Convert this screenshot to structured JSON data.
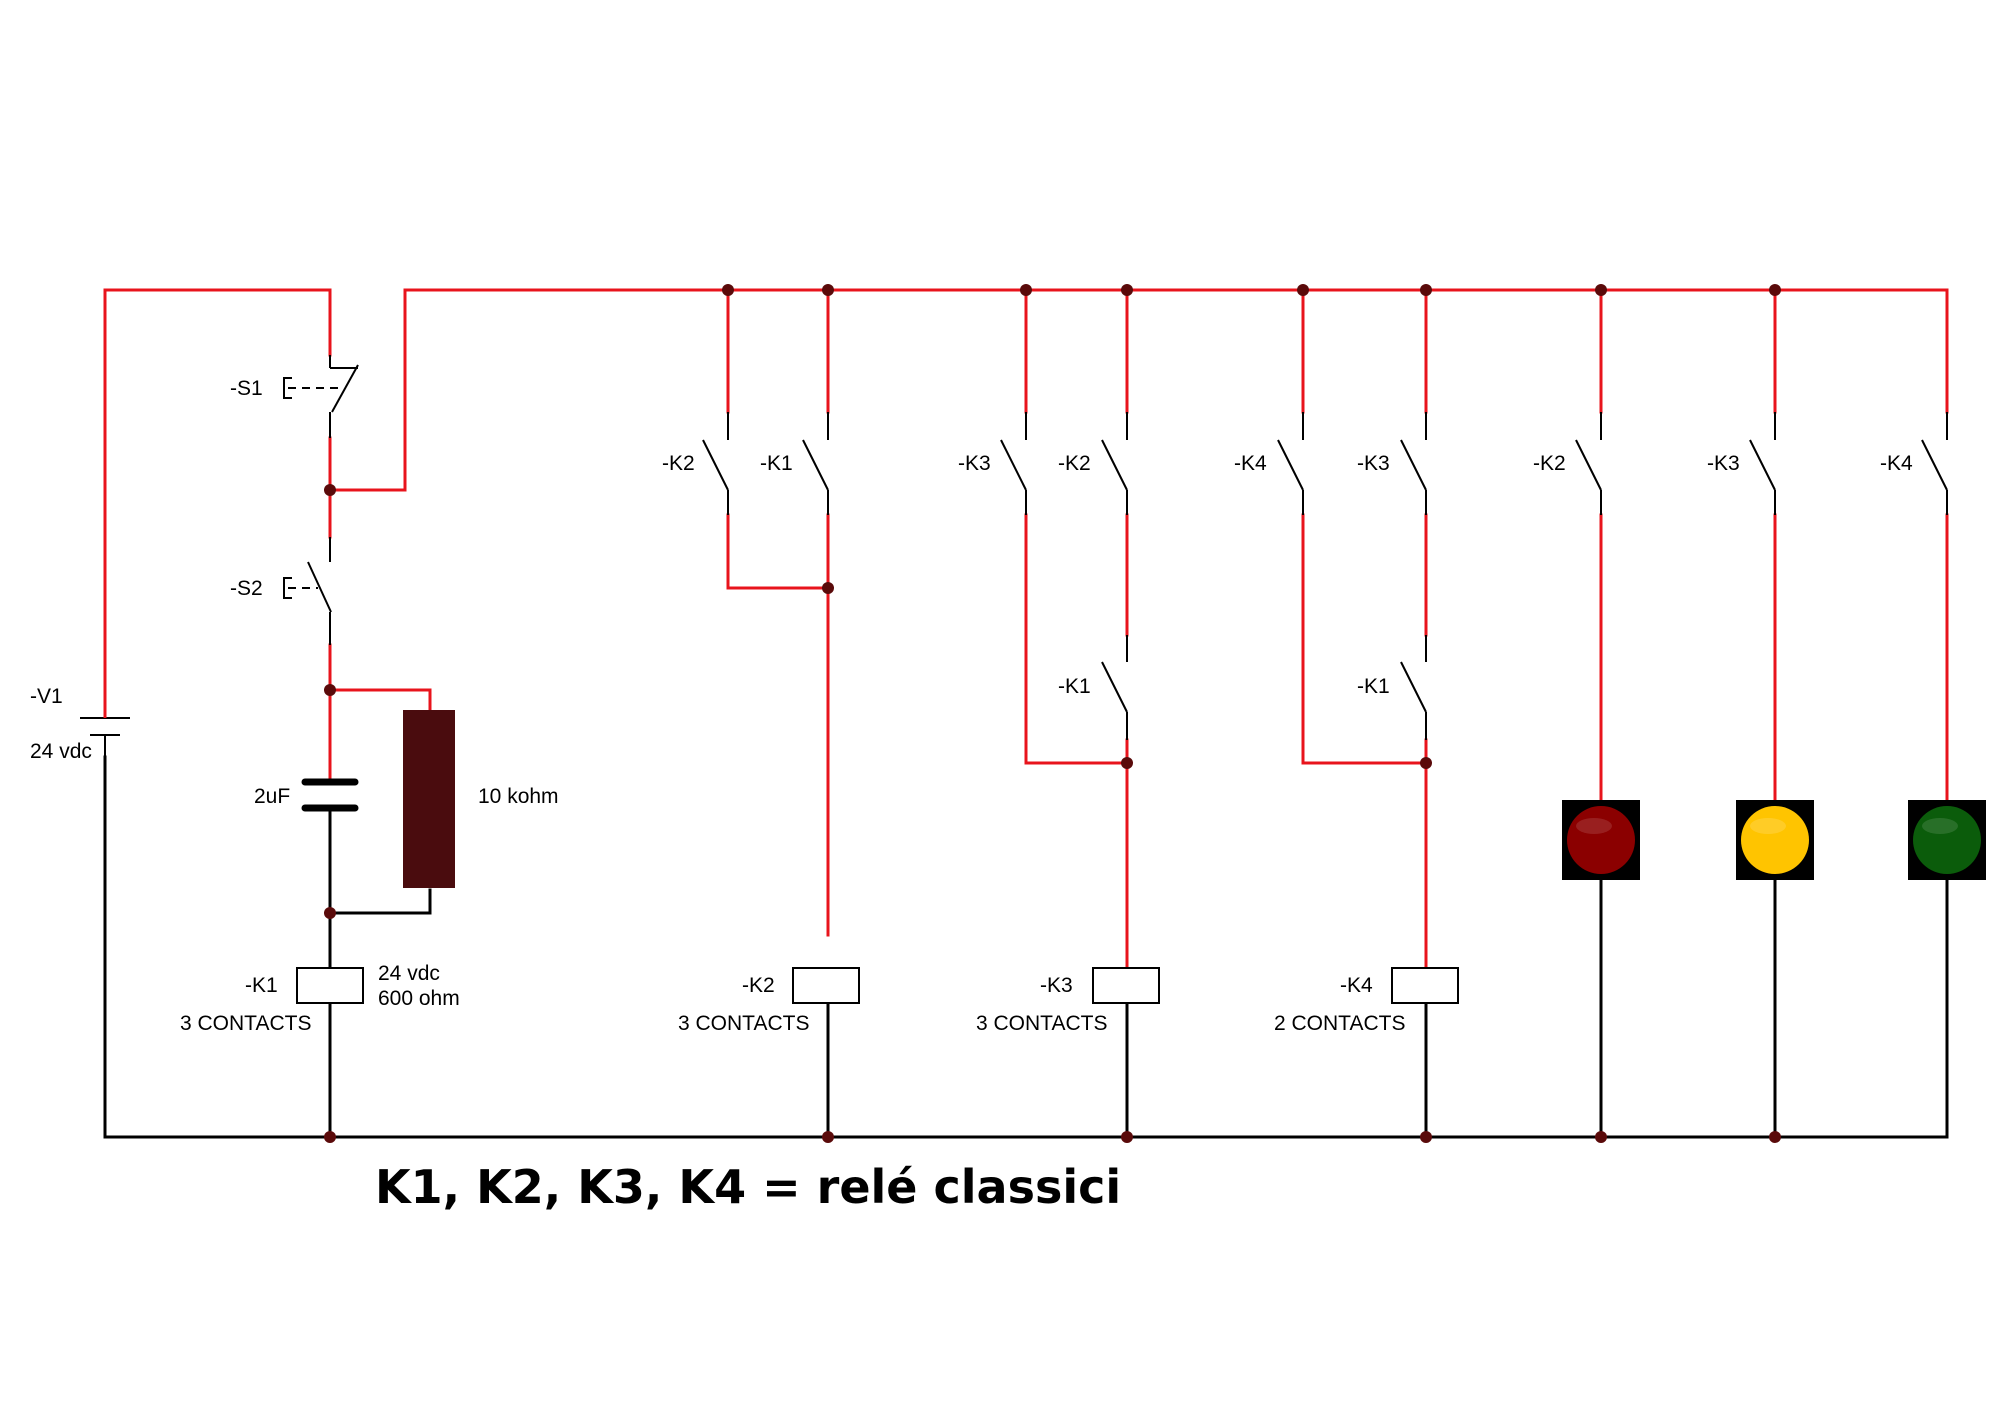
{
  "colors": {
    "positive_wire": "#e8141c",
    "negative_wire": "#000000",
    "junction": "#5a0a0a",
    "resistor": "#4a0c0e",
    "lamp_red": "#8b0000",
    "lamp_yellow": "#ffc400",
    "lamp_green": "#0b5c0b",
    "lamp_bezel": "#000000"
  },
  "supply": {
    "name": "-V1",
    "voltage": "24 vdc"
  },
  "pushbuttons": {
    "s1": "-S1",
    "s2": "-S2"
  },
  "timing": {
    "capacitor": "2uF",
    "resistor": "10 kohm"
  },
  "coils": {
    "k1": {
      "name": "-K1",
      "contacts": "3 CONTACTS",
      "rating_1": "24 vdc",
      "rating_2": "600 ohm"
    },
    "k2": {
      "name": "-K2",
      "contacts": "3 CONTACTS"
    },
    "k3": {
      "name": "-K3",
      "contacts": "3 CONTACTS"
    },
    "k4": {
      "name": "-K4",
      "contacts": "2 CONTACTS"
    }
  },
  "contacts": {
    "c1": "-K2",
    "c2": "-K1",
    "c3": "-K3",
    "c4": "-K2",
    "c5": "-K1",
    "c6": "-K4",
    "c7": "-K3",
    "c8": "-K1",
    "c9": "-K2",
    "c10": "-K3",
    "c11": "-K4"
  },
  "lamps": [
    {
      "id": "red",
      "icon": "red-indicator-lamp-icon"
    },
    {
      "id": "yellow",
      "icon": "yellow-indicator-lamp-icon"
    },
    {
      "id": "green",
      "icon": "green-indicator-lamp-icon"
    }
  ],
  "caption": "K1, K2, K3, K4 = relé classici"
}
